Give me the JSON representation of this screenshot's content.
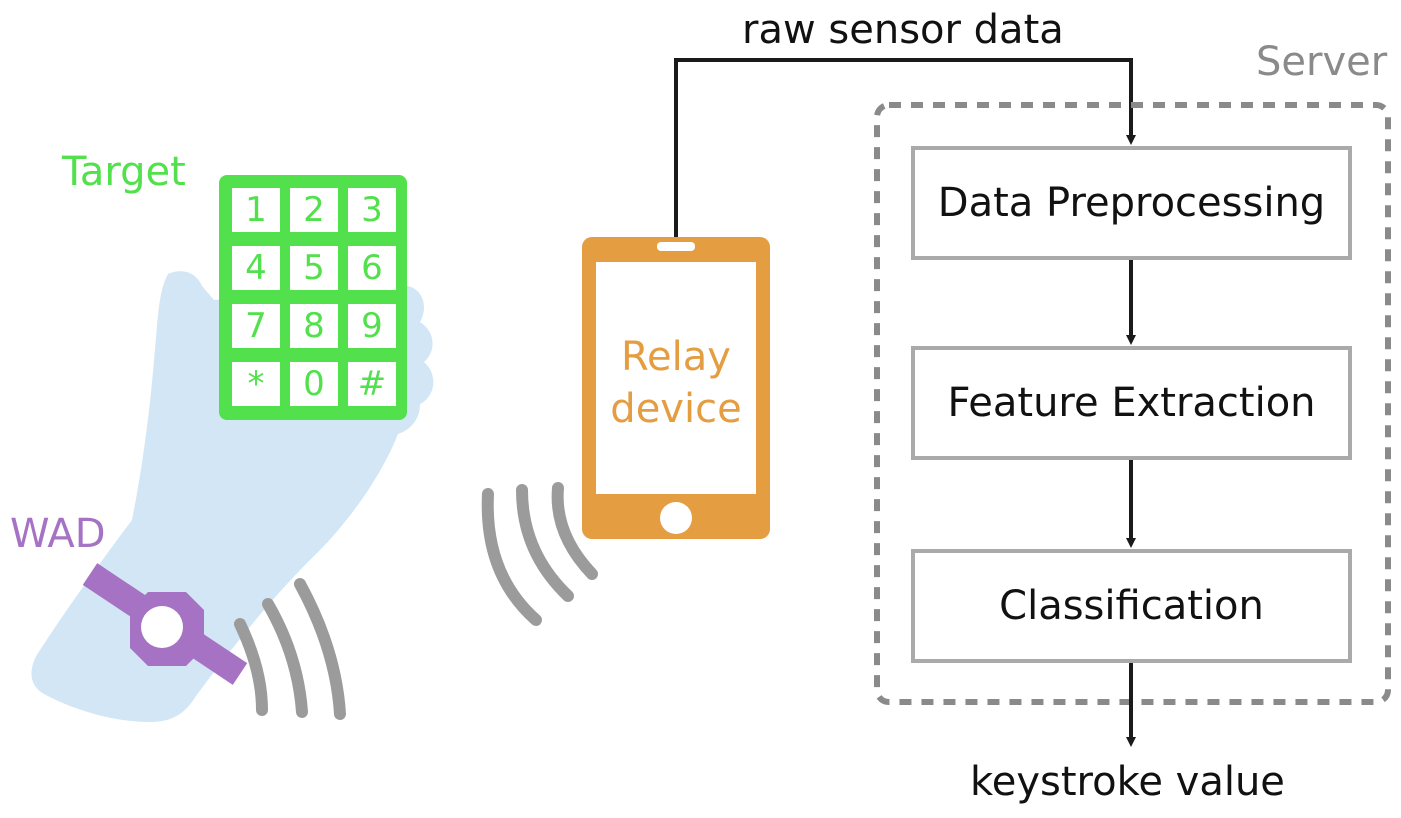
{
  "labels": {
    "raw_sensor_data": "raw sensor data",
    "server": "Server",
    "target": "Target",
    "wad": "WAD",
    "relay_line1": "Relay",
    "relay_line2": "device",
    "keystroke_value": "keystroke value"
  },
  "pipeline": [
    {
      "label": "Data Preprocessing"
    },
    {
      "label": "Feature Extraction"
    },
    {
      "label": "Classification"
    }
  ],
  "keypad": {
    "keys": [
      "1",
      "2",
      "3",
      "4",
      "5",
      "6",
      "7",
      "8",
      "9",
      "*",
      "0",
      "#"
    ]
  },
  "colors": {
    "target_green": "#52e04c",
    "wad_purple": "#a673c4",
    "relay_orange": "#e59d42",
    "hand_blue": "#d2e6f5",
    "signal_gray": "#9b9b9b",
    "box_border": "#aaaaaa",
    "server_dash": "#8a8a8a",
    "line_black": "#1a1a1a"
  }
}
